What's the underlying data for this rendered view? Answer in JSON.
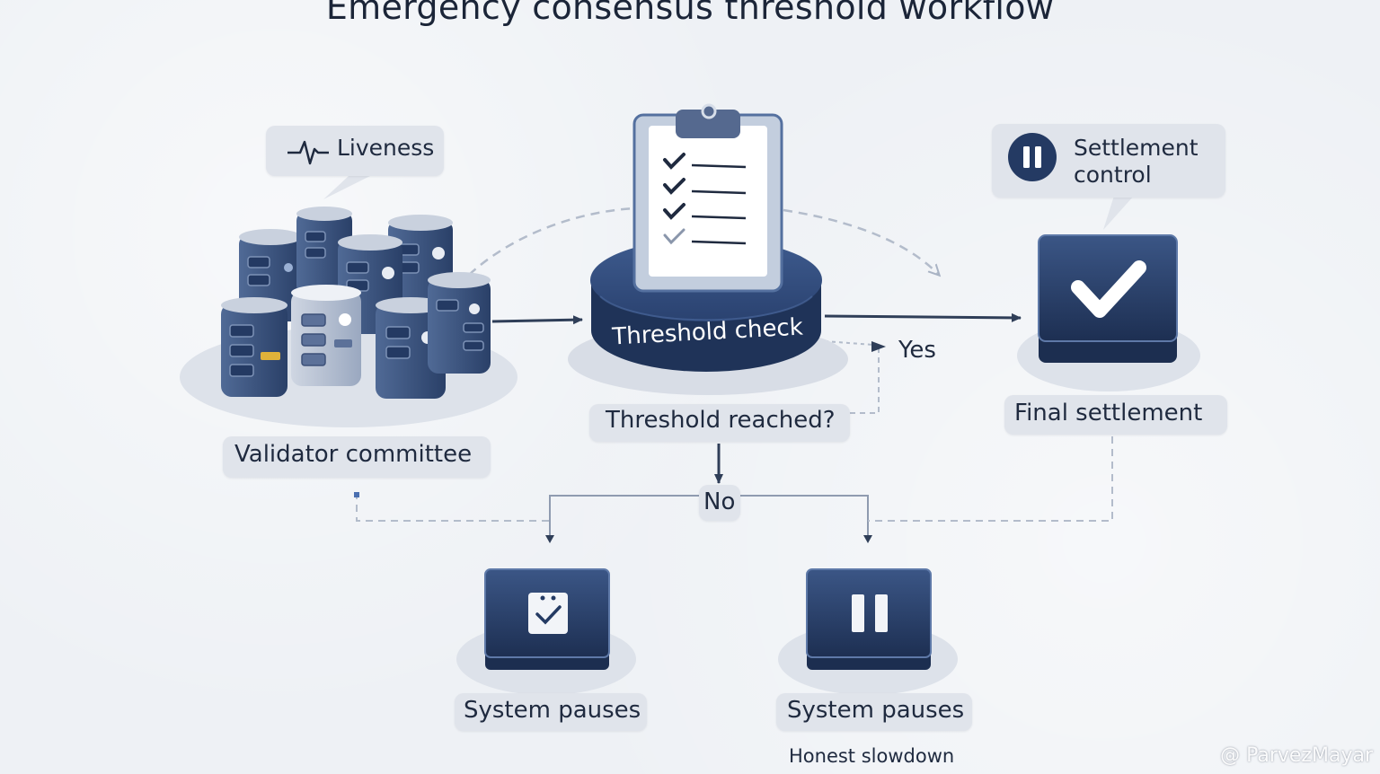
{
  "title": "Emergency consensus threshold workflow",
  "nodes": {
    "liveness": {
      "label": "Liveness",
      "icon": "pulse-icon"
    },
    "validators": {
      "label": "Validator committee",
      "icon": "server-cluster-icon"
    },
    "threshold": {
      "label": "Threshold check",
      "icon": "clipboard-checklist-icon"
    },
    "question": {
      "label": "Threshold reached?"
    },
    "settlement_control": {
      "line1": "Settlement",
      "line2": "control",
      "icon": "pause-circle-icon"
    },
    "final": {
      "label": "Final settlement",
      "icon": "checkmark-icon"
    },
    "pause_left": {
      "label": "System pauses",
      "icon": "calendar-check-icon"
    },
    "pause_right": {
      "label": "System pauses",
      "sublabel": "Honest slowdown",
      "icon": "pause-icon"
    }
  },
  "edges": {
    "yes": "Yes",
    "no": "No"
  },
  "watermark": "@ ParvezMayar",
  "colors": {
    "navy": "#243a63",
    "navy_dark": "#1a2b4c",
    "pill": "#e0e4eb",
    "background": "#eef1f5"
  }
}
